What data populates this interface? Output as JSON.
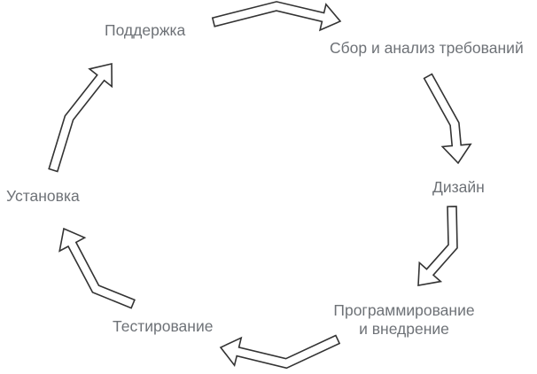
{
  "diagram": {
    "type": "cycle",
    "colors": {
      "background": "#ffffff",
      "label_text": "#6e7277",
      "arrow_outline": "#333333",
      "arrow_fill": "#ffffff"
    },
    "nodes": [
      {
        "id": "requirements",
        "label": "Сбор и анализ требований"
      },
      {
        "id": "design",
        "label": "Дизайн"
      },
      {
        "id": "programming",
        "label": "Программирование\nи внедрение"
      },
      {
        "id": "testing",
        "label": "Тестирование"
      },
      {
        "id": "installation",
        "label": "Установка"
      },
      {
        "id": "support",
        "label": "Поддержка"
      }
    ],
    "edges": [
      {
        "from": "support",
        "to": "requirements"
      },
      {
        "from": "requirements",
        "to": "design"
      },
      {
        "from": "design",
        "to": "programming"
      },
      {
        "from": "programming",
        "to": "testing"
      },
      {
        "from": "testing",
        "to": "installation"
      },
      {
        "from": "installation",
        "to": "support"
      }
    ]
  }
}
